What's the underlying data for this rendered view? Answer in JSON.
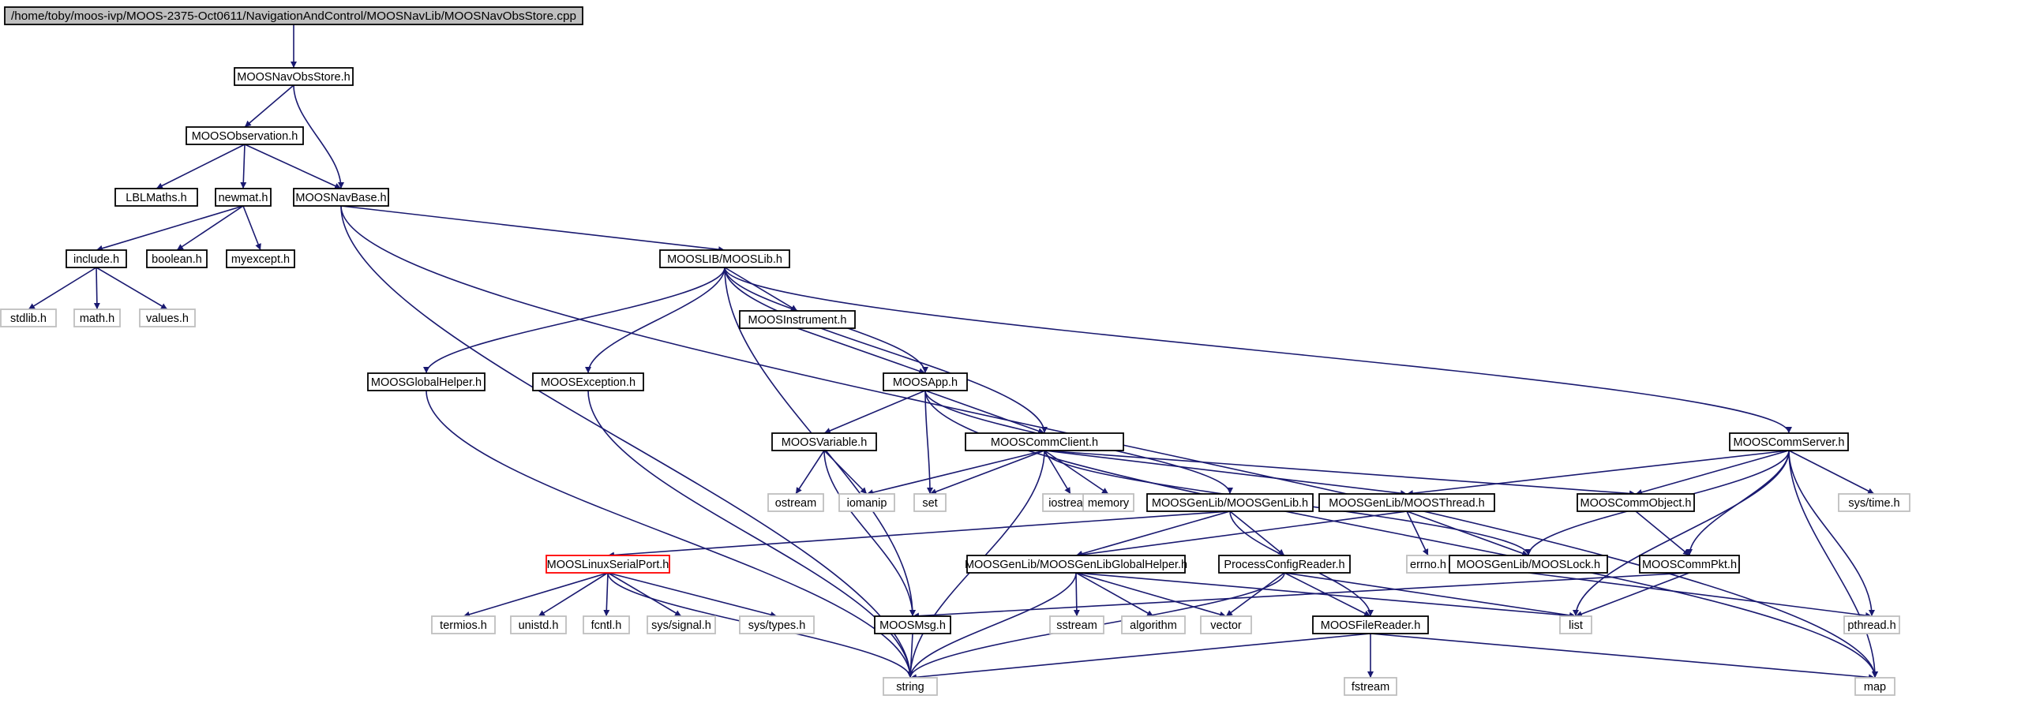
{
  "colors": {
    "edge": "#191970",
    "root_fill": "#bfbfbf",
    "missing_border": "#bfbfbf",
    "highlight_border": "#ff0000",
    "normal_border": "#000000"
  },
  "nodes": {
    "root": "/home/toby/moos-ivp/MOOS-2375-Oct0611/NavigationAndControl/MOOSNavLib/MOOSNavObsStore.cpp",
    "navobsstore": "MOOSNavObsStore.h",
    "observation": "MOOSObservation.h",
    "lblmaths": "LBLMaths.h",
    "newmat": "newmat.h",
    "navbase": "MOOSNavBase.h",
    "include": "include.h",
    "boolean": "boolean.h",
    "myexcept": "myexcept.h",
    "stdlib": "stdlib.h",
    "math": "math.h",
    "values": "values.h",
    "mooslib": "MOOSLIB/MOOSLib.h",
    "instrument": "MOOSInstrument.h",
    "globalhelper": "MOOSGlobalHelper.h",
    "exception": "MOOSException.h",
    "app": "MOOSApp.h",
    "variable": "MOOSVariable.h",
    "commclient": "MOOSCommClient.h",
    "commserver": "MOOSCommServer.h",
    "ostream": "ostream",
    "iomanip": "iomanip",
    "set": "set",
    "iostream": "iostream",
    "memory": "memory",
    "genlib": "MOOSGenLib/MOOSGenLib.h",
    "thread": "MOOSGenLib/MOOSThread.h",
    "commobject": "MOOSCommObject.h",
    "systime": "sys/time.h",
    "errno": "errno.h",
    "serialport": "MOOSLinuxSerialPort.h",
    "genlibglobal": "MOOSGenLib/MOOSGenLibGlobalHelper.h",
    "processconfig": "ProcessConfigReader.h",
    "lock": "MOOSGenLib/MOOSLock.h",
    "commpkt": "MOOSCommPkt.h",
    "termios": "termios.h",
    "unistd": "unistd.h",
    "fcntl": "fcntl.h",
    "syssignal": "sys/signal.h",
    "systypes": "sys/types.h",
    "sstream": "sstream",
    "algorithm": "algorithm",
    "vector": "vector",
    "moosmsg": "MOOSMsg.h",
    "filereader": "MOOSFileReader.h",
    "list": "list",
    "pthread": "pthread.h",
    "string": "string",
    "fstream": "fstream",
    "map": "map"
  },
  "edges": [
    [
      "root",
      "navobsstore"
    ],
    [
      "navobsstore",
      "observation"
    ],
    [
      "navobsstore",
      "navbase"
    ],
    [
      "observation",
      "lblmaths"
    ],
    [
      "observation",
      "newmat"
    ],
    [
      "observation",
      "navbase"
    ],
    [
      "newmat",
      "include"
    ],
    [
      "newmat",
      "boolean"
    ],
    [
      "newmat",
      "myexcept"
    ],
    [
      "include",
      "stdlib"
    ],
    [
      "include",
      "math"
    ],
    [
      "include",
      "values"
    ],
    [
      "navbase",
      "mooslib"
    ],
    [
      "navbase",
      "string"
    ],
    [
      "navbase",
      "map"
    ],
    [
      "mooslib",
      "instrument"
    ],
    [
      "mooslib",
      "globalhelper"
    ],
    [
      "mooslib",
      "exception"
    ],
    [
      "mooslib",
      "app"
    ],
    [
      "mooslib",
      "commclient"
    ],
    [
      "mooslib",
      "commserver"
    ],
    [
      "mooslib",
      "moosmsg"
    ],
    [
      "instrument",
      "app"
    ],
    [
      "globalhelper",
      "string"
    ],
    [
      "exception",
      "string"
    ],
    [
      "app",
      "variable"
    ],
    [
      "app",
      "commclient"
    ],
    [
      "app",
      "set"
    ],
    [
      "app",
      "genlib"
    ],
    [
      "app",
      "map"
    ],
    [
      "variable",
      "ostream"
    ],
    [
      "variable",
      "iomanip"
    ],
    [
      "variable",
      "moosmsg"
    ],
    [
      "commclient",
      "iomanip"
    ],
    [
      "commclient",
      "set"
    ],
    [
      "commclient",
      "iostream"
    ],
    [
      "commclient",
      "memory"
    ],
    [
      "commclient",
      "thread"
    ],
    [
      "commclient",
      "commobject"
    ],
    [
      "commclient",
      "lock"
    ],
    [
      "commclient",
      "string"
    ],
    [
      "commserver",
      "thread"
    ],
    [
      "commserver",
      "commobject"
    ],
    [
      "commserver",
      "systime"
    ],
    [
      "commserver",
      "lock"
    ],
    [
      "commserver",
      "commpkt"
    ],
    [
      "commserver",
      "list"
    ],
    [
      "commserver",
      "pthread"
    ],
    [
      "commserver",
      "map"
    ],
    [
      "genlib",
      "serialport"
    ],
    [
      "genlib",
      "genlibglobal"
    ],
    [
      "genlib",
      "processconfig"
    ],
    [
      "genlib",
      "filereader"
    ],
    [
      "thread",
      "genlibglobal"
    ],
    [
      "thread",
      "errno"
    ],
    [
      "thread",
      "lock"
    ],
    [
      "commobject",
      "commpkt"
    ],
    [
      "serialport",
      "termios"
    ],
    [
      "serialport",
      "unistd"
    ],
    [
      "serialport",
      "fcntl"
    ],
    [
      "serialport",
      "syssignal"
    ],
    [
      "serialport",
      "systypes"
    ],
    [
      "serialport",
      "string"
    ],
    [
      "genlibglobal",
      "sstream"
    ],
    [
      "genlibglobal",
      "algorithm"
    ],
    [
      "genlibglobal",
      "vector"
    ],
    [
      "genlibglobal",
      "string"
    ],
    [
      "genlibglobal",
      "list"
    ],
    [
      "processconfig",
      "vector"
    ],
    [
      "processconfig",
      "filereader"
    ],
    [
      "processconfig",
      "list"
    ],
    [
      "processconfig",
      "string"
    ],
    [
      "lock",
      "pthread"
    ],
    [
      "commpkt",
      "moosmsg"
    ],
    [
      "commpkt",
      "list"
    ],
    [
      "moosmsg",
      "string"
    ],
    [
      "filereader",
      "string"
    ],
    [
      "filereader",
      "fstream"
    ],
    [
      "filereader",
      "map"
    ]
  ],
  "node_styles": {
    "root": "root",
    "serialport": "highlight",
    "stdlib": "missing",
    "math": "missing",
    "values": "missing",
    "ostream": "missing",
    "iomanip": "missing",
    "set": "missing",
    "iostream": "missing",
    "memory": "missing",
    "systime": "missing",
    "errno": "missing",
    "termios": "missing",
    "unistd": "missing",
    "fcntl": "missing",
    "syssignal": "missing",
    "systypes": "missing",
    "sstream": "missing",
    "algorithm": "missing",
    "vector": "missing",
    "list": "missing",
    "pthread": "missing",
    "string": "missing",
    "fstream": "missing",
    "map": "missing"
  }
}
